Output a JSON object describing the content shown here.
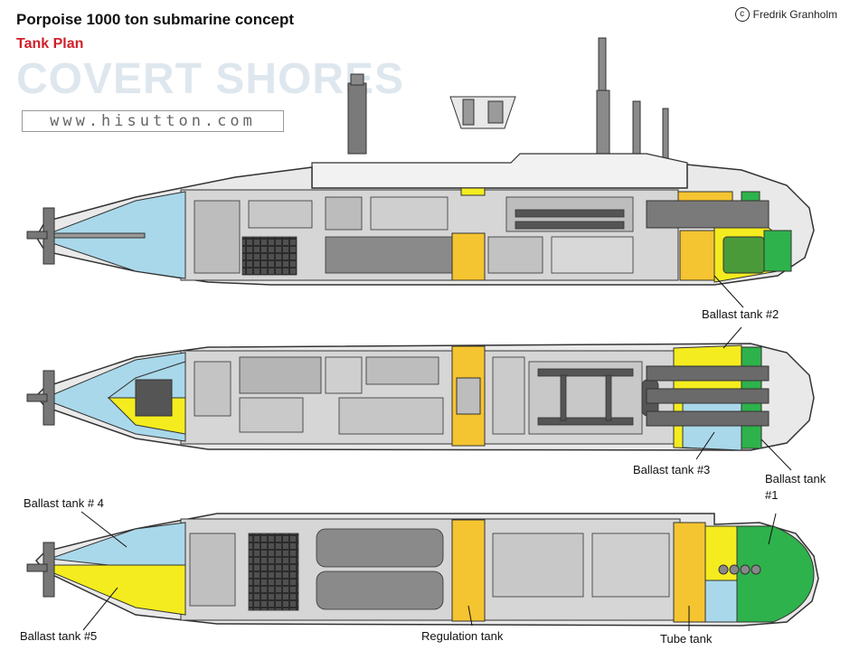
{
  "header": {
    "title": "Porpoise 1000 ton submarine concept",
    "subtitle": "Tank Plan",
    "copyright_symbol": "c",
    "credit": "Fredrik Granholm"
  },
  "watermark": {
    "brand": "COVERT SHORES",
    "url": "www.hisutton.com"
  },
  "labels": {
    "ballast_tank_2": "Ballast tank #2",
    "ballast_tank_3": "Ballast tank #3",
    "ballast_tank_1_line1": "Ballast tank",
    "ballast_tank_1_line2": "#1",
    "ballast_tank_4": "Ballast tank # 4",
    "ballast_tank_5": "Ballast tank #5",
    "regulation_tank": "Regulation tank",
    "tube_tank": "Tube tank"
  },
  "colors": {
    "ballast_blue": "#a9d8ea",
    "ballast_yellow": "#f4ec1f",
    "trim_orange": "#f5c431",
    "bow_green": "#2eb24b",
    "hull_outline": "#333333",
    "deck_gray": "#bdbdbd",
    "equipment_gray": "#8a8a8a"
  }
}
